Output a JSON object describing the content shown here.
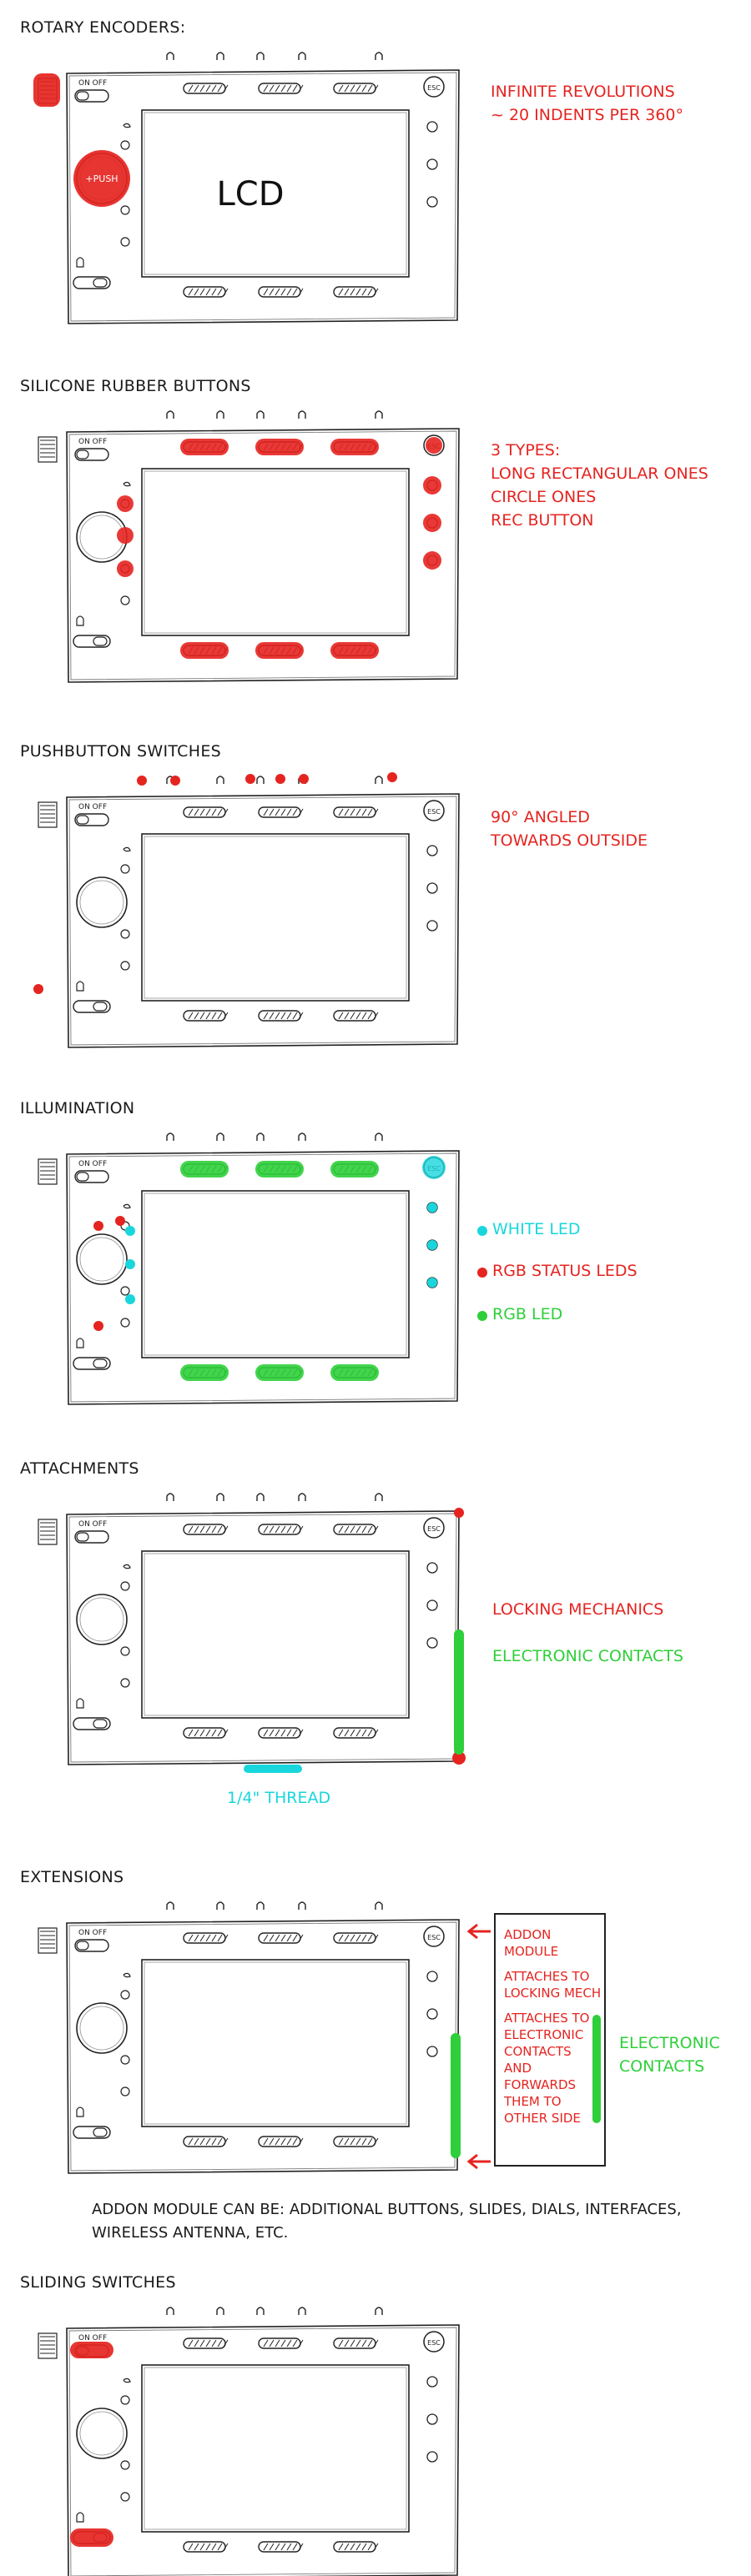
{
  "sections": {
    "rotary": {
      "title": "ROTARY ENCODERS:",
      "note_lines": [
        "INFINITE REVOLUTIONS",
        "~ 20 INDENTS PER 360°"
      ],
      "lcd_label": "LCD",
      "push_label": "+PUSH"
    },
    "silicone": {
      "title": "SILICONE RUBBER BUTTONS",
      "note_lines": [
        "3 TYPES:",
        "LONG RECTANGULAR ONES",
        "CIRCLE ONES",
        "REC BUTTON"
      ]
    },
    "pushbutton": {
      "title": "PUSHBUTTON SWITCHES",
      "note_lines": [
        "90° ANGLED",
        "TOWARDS OUTSIDE"
      ]
    },
    "illumination": {
      "title": "ILLUMINATION",
      "legend": [
        {
          "label": "WHITE LED",
          "color": "#19d6dc"
        },
        {
          "label": "RGB STATUS LEDS",
          "color": "#e52420"
        },
        {
          "label": "RGB LED",
          "color": "#2ecf3a"
        }
      ]
    },
    "attachments": {
      "title": "ATTACHMENTS",
      "locking_label": "LOCKING MECHANICS",
      "contacts_label": "ELECTRONIC CONTACTS",
      "thread_label": "1/4\" THREAD"
    },
    "extensions": {
      "title": "EXTENSIONS",
      "addon_lines": [
        "ADDON",
        "MODULE",
        "",
        "ATTACHES TO",
        "LOCKING MECH",
        "",
        "ATTACHES TO",
        "ELECTRONIC",
        "CONTACTS",
        "AND FORWARDS",
        "THEM TO OTHER SIDE"
      ],
      "contacts_lines": [
        "ELECTRONIC",
        "CONTACTS"
      ],
      "footer_lines": [
        "ADDON MODULE CAN BE: ADDITIONAL BUTTONS, SLIDES, DIALS, INTERFACES,",
        "WIRELESS ANTENNA, ETC."
      ]
    },
    "sliding": {
      "title": "SLIDING SWITCHES"
    }
  },
  "device": {
    "switch_on": "ON",
    "switch_off": "OFF",
    "esc_label": "ESC"
  },
  "colors": {
    "red": "#e52420",
    "green": "#2ecf3a",
    "cyan": "#19d6dc",
    "ink": "#222222"
  }
}
